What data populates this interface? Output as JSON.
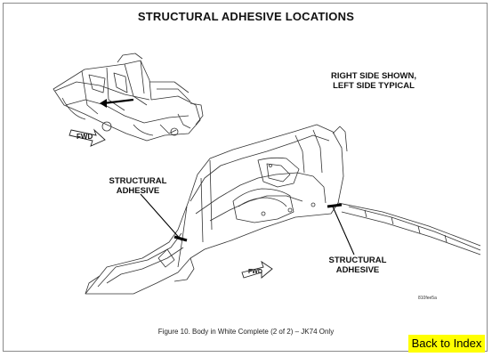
{
  "title": "STRUCTURAL ADHESIVE LOCATIONS",
  "side_note": {
    "line1": "RIGHT SIDE SHOWN,",
    "line2": "LEFT SIDE TYPICAL"
  },
  "callouts": {
    "left": {
      "line1": "STRUCTURAL",
      "line2": "ADHESIVE"
    },
    "right": {
      "line1": "STRUCTURAL",
      "line2": "ADHESIVE"
    }
  },
  "fwd_labels": {
    "top": "FWD",
    "bottom": "FWD"
  },
  "figure_id": "810fee5a",
  "caption": "Figure 10.  Body in White Complete (2 of 2) – JK74 Only",
  "back_button": "Back to Index"
}
